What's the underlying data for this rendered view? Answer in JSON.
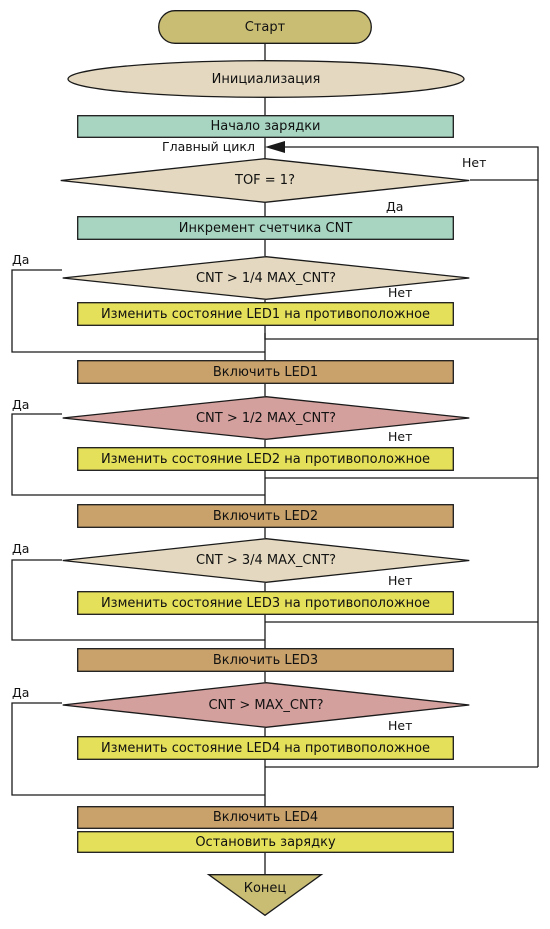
{
  "colors": {
    "olive": "#c9bd74",
    "beige": "#e4d9c0",
    "teal": "#a7d5c2",
    "yellow": "#e5e05a",
    "brown": "#c9a26b",
    "pink": "#d4a09e",
    "line": "#1a1a1a"
  },
  "nodes": {
    "start": "Старт",
    "init": "Инициализация",
    "charge_start": "Начало зарядки",
    "tof_check": "TOF = 1?",
    "increment": "Инкремент счетчика CNT",
    "cond_quarter": "CNT > 1/4 MAX_CNT?",
    "toggle_led1": "Изменить состояние LED1 на противоположное",
    "on_led1": "Включить LED1",
    "cond_half": "CNT > 1/2 MAX_CNT?",
    "toggle_led2": "Изменить состояние LED2 на противоположное",
    "on_led2": "Включить LED2",
    "cond_three_quarter": "CNT > 3/4 MAX_CNT?",
    "toggle_led3": "Изменить состояние LED3 на противоположное",
    "on_led3": "Включить LED3",
    "cond_max": "CNT > MAX_CNT?",
    "toggle_led4": "Изменить состояние LED4 на противоположное",
    "on_led4": "Включить LED4",
    "stop_charge": "Остановить зарядку",
    "end": "Конец"
  },
  "notes": {
    "main_loop": "Главный цикл",
    "tof_no": "Нет",
    "tof_yes": "Да",
    "q_yes": "Да",
    "q_no": "Нет",
    "h_yes": "Да",
    "h_no": "Нет",
    "tq_yes": "Да",
    "tq_no": "Нет",
    "m_yes": "Да",
    "m_no": "Нет"
  }
}
